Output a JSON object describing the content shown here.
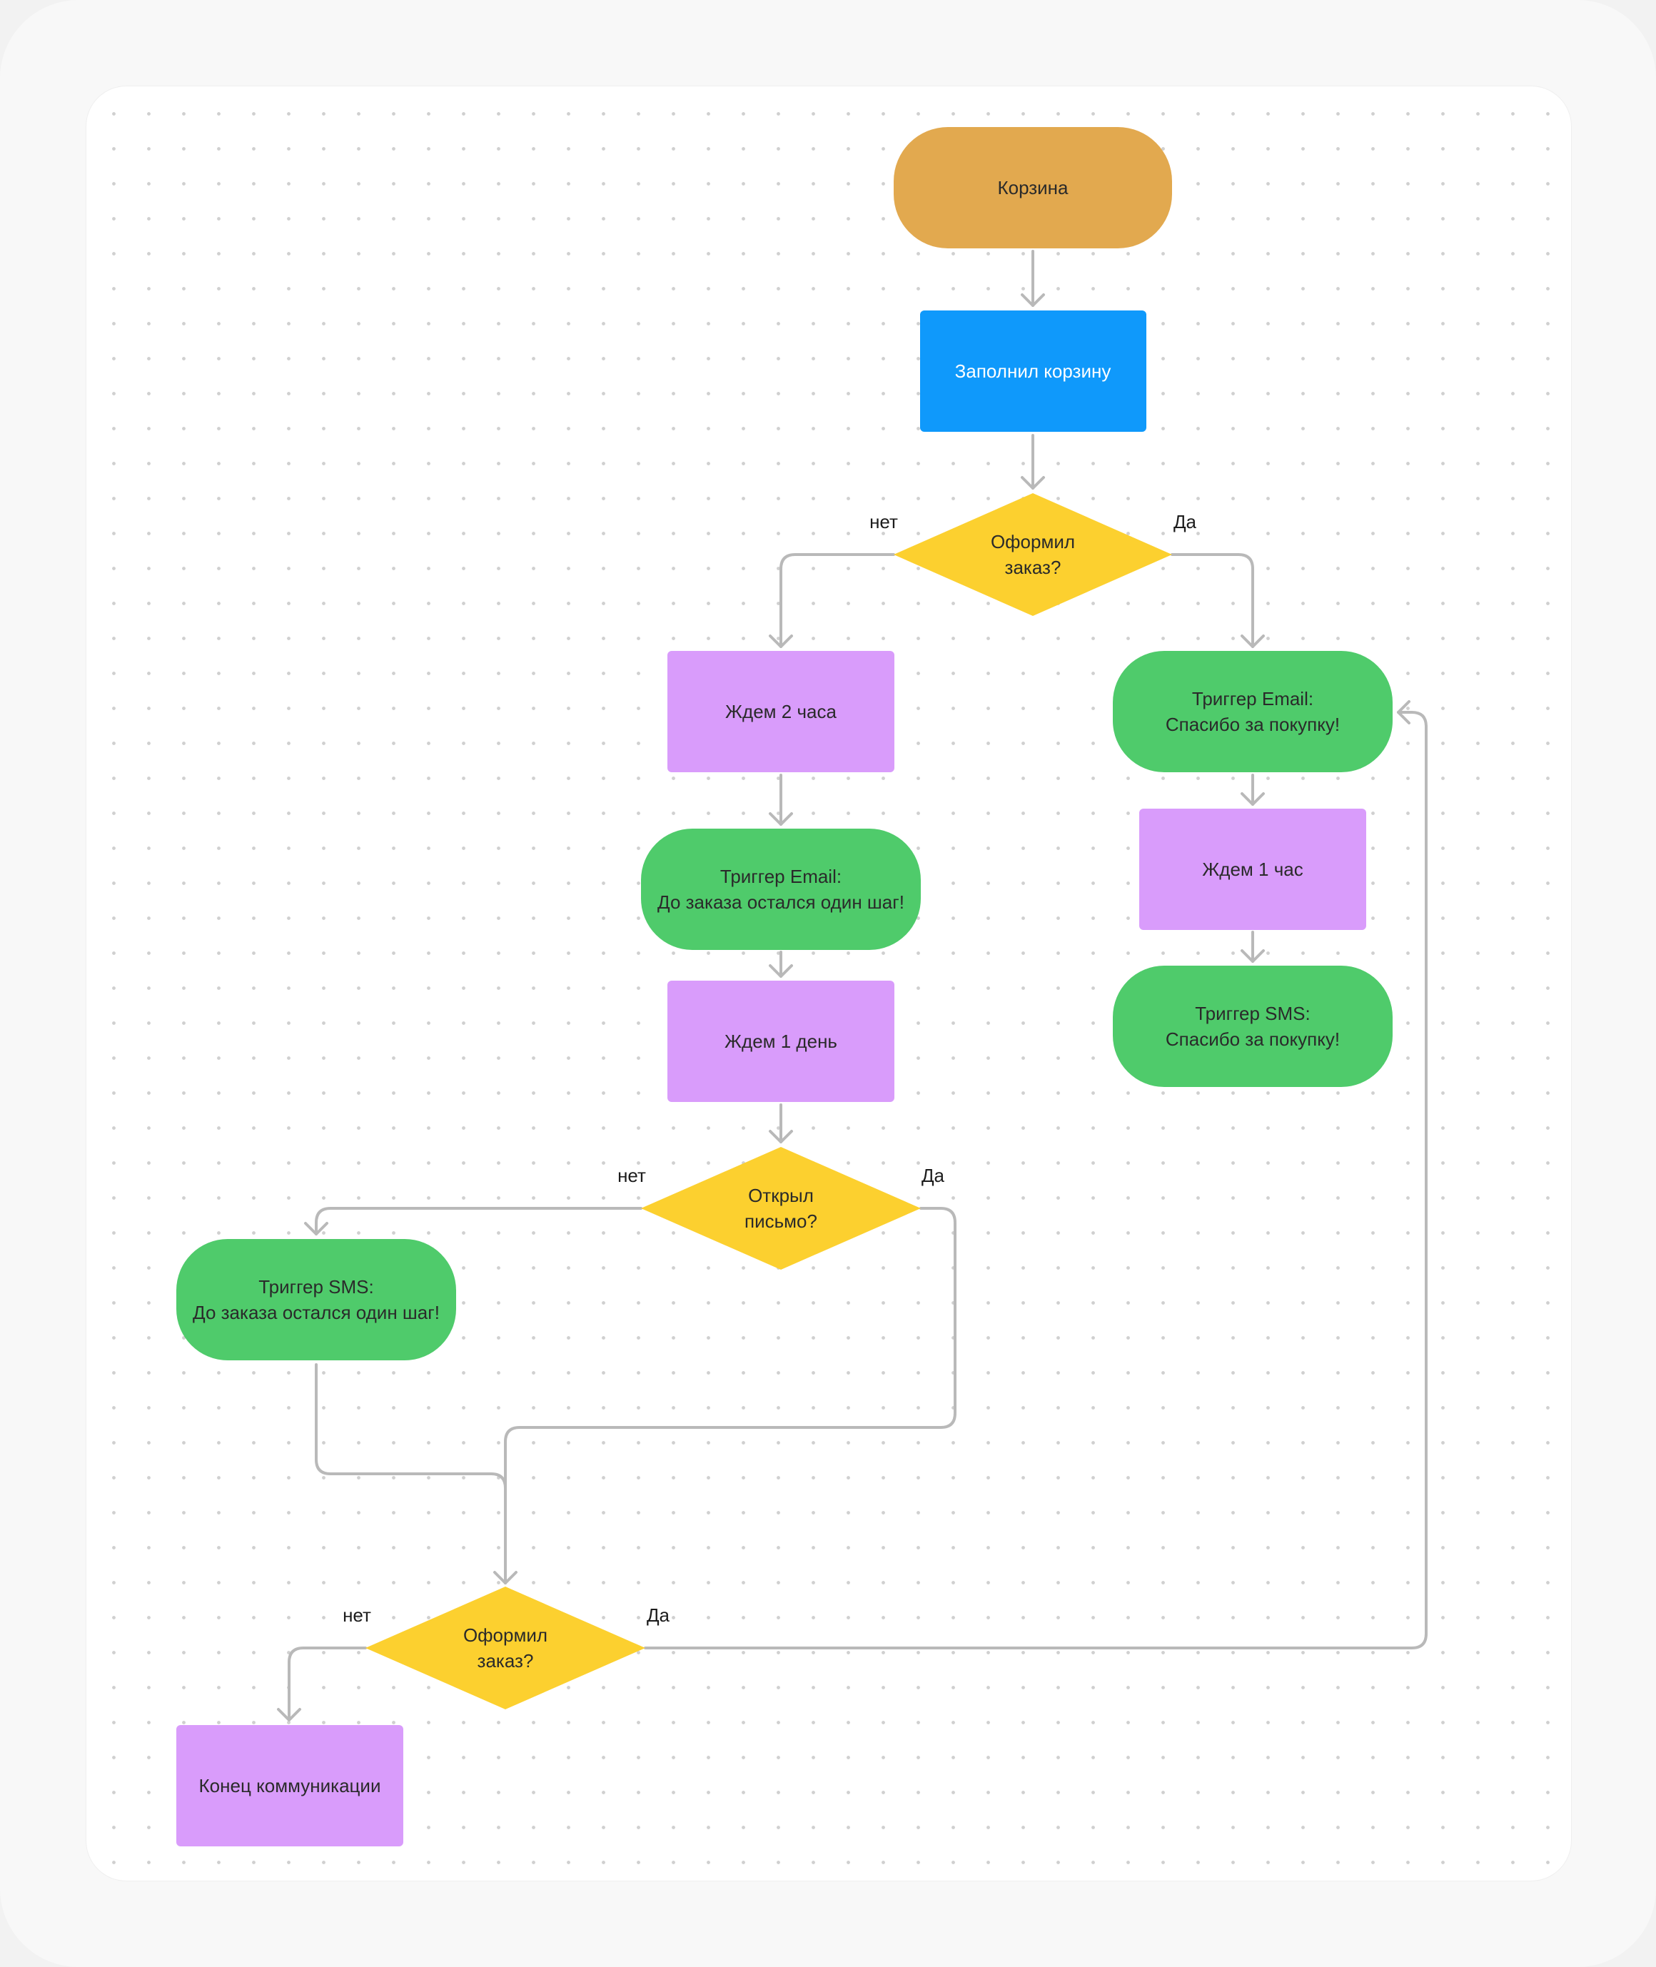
{
  "colors": {
    "start": "#e2a94f",
    "action": "#0f99fb",
    "decision": "#fcd02f",
    "wait": "#d99cfb",
    "trigger": "#4fcb6b",
    "edge": "#b9b9b9"
  },
  "nodes": {
    "start": {
      "lines": [
        "Корзина"
      ]
    },
    "filled_cart": {
      "lines": [
        "Заполнил корзину"
      ]
    },
    "decision_order_1": {
      "lines": [
        "Оформил",
        "заказ?"
      ]
    },
    "wait_2h": {
      "lines": [
        "Ждем 2 часа"
      ]
    },
    "email_one_step": {
      "lines": [
        "Триггер Email:",
        "До заказа остался один шаг!"
      ]
    },
    "wait_1d": {
      "lines": [
        "Ждем 1 день"
      ]
    },
    "decision_opened": {
      "lines": [
        "Открыл",
        "письмо?"
      ]
    },
    "sms_one_step": {
      "lines": [
        "Триггер SMS:",
        "До заказа остался один шаг!"
      ]
    },
    "decision_order_2": {
      "lines": [
        "Оформил",
        "заказ?"
      ]
    },
    "end": {
      "lines": [
        "Конец коммуникации"
      ]
    },
    "email_thanks": {
      "lines": [
        "Триггер Email:",
        "Спасибо за покупку!"
      ]
    },
    "wait_1h": {
      "lines": [
        "Ждем 1 час"
      ]
    },
    "sms_thanks": {
      "lines": [
        "Триггер SMS:",
        "Спасибо за покупку!"
      ]
    }
  },
  "edge_labels": {
    "order_1_no": "нет",
    "order_1_yes": "Да",
    "opened_no": "нет",
    "opened_yes": "Да",
    "order_2_no": "нет",
    "order_2_yes": "Да"
  }
}
